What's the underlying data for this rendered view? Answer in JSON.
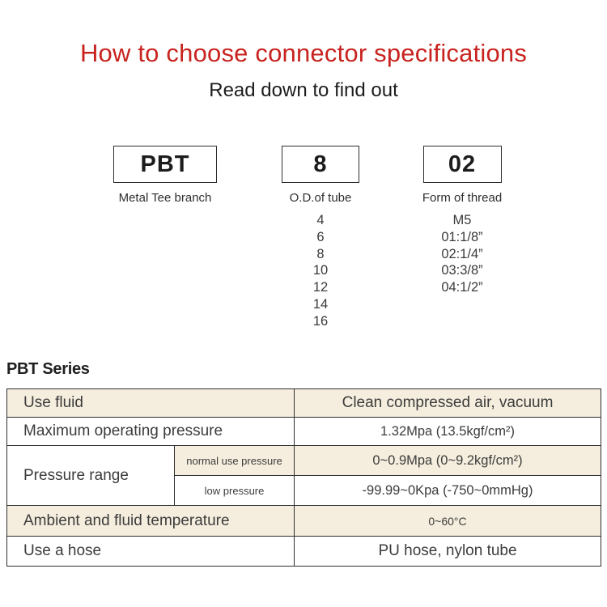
{
  "header": {
    "title": "How to choose connector specifications",
    "subtitle": "Read down to find out"
  },
  "diagram": {
    "columns": [
      {
        "code": "PBT",
        "label": "Metal Tee branch",
        "options": []
      },
      {
        "code": "8",
        "label": "O.D.of tube",
        "options": [
          "4",
          "6",
          "8",
          "10",
          "12",
          "14",
          "16"
        ]
      },
      {
        "code": "02",
        "label": "Form of thread",
        "options": [
          "M5",
          "01:1/8”",
          "02:1/4”",
          "03:3/8”",
          "04:1/2”"
        ]
      }
    ]
  },
  "series": {
    "heading": "PBT Series",
    "table": {
      "use_fluid": {
        "label": "Use fluid",
        "value": "Clean compressed air, vacuum"
      },
      "max_pressure": {
        "label": "Maximum operating pressure",
        "value": "1.32Mpa (13.5kgf/cm²)"
      },
      "pressure_range": {
        "label": "Pressure range",
        "normal": {
          "label": "normal use pressure",
          "value": "0~0.9Mpa (0~9.2kgf/cm²)"
        },
        "low": {
          "label": "low pressure",
          "value": "-99.99~0Kpa (-750~0mmHg)"
        }
      },
      "temperature": {
        "label": "Ambient and fluid temperature",
        "value": "0~60°C"
      },
      "hose": {
        "label": "Use a hose",
        "value": "PU hose, nylon tube"
      }
    }
  },
  "colors": {
    "title_red": "#c8231f",
    "row_beige": "#f5eede",
    "border_dark": "#2f2f2f"
  }
}
